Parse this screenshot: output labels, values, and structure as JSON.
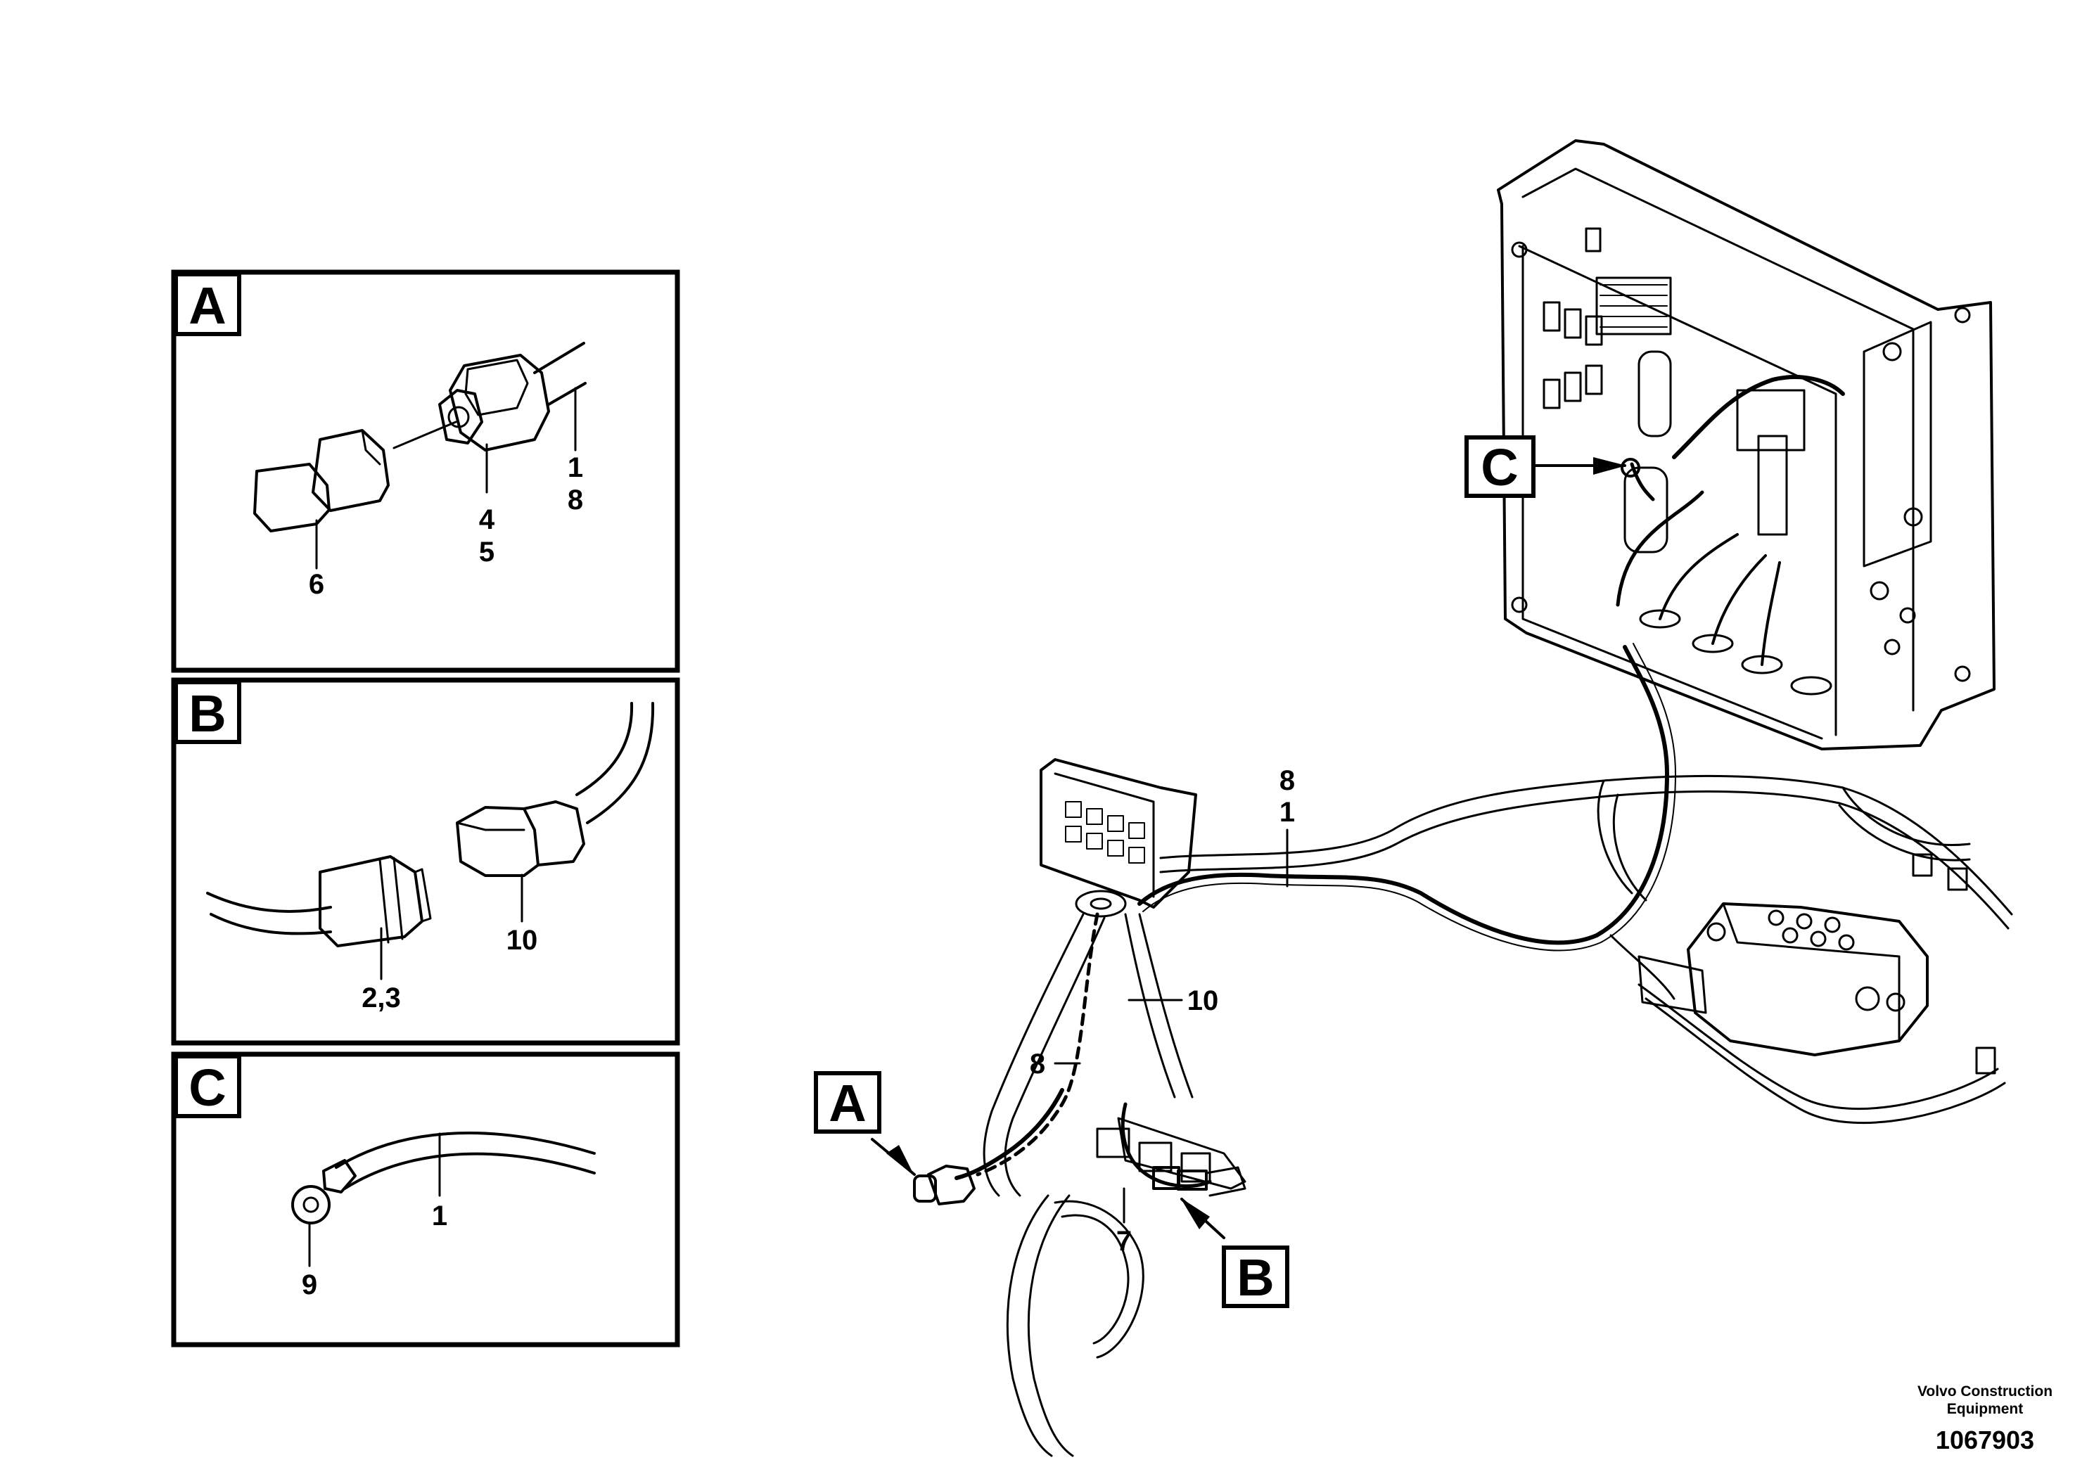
{
  "details": {
    "A": {
      "tag": "A",
      "callouts": [
        "1",
        "8",
        "4",
        "5",
        "6"
      ]
    },
    "B": {
      "tag": "B",
      "callouts": [
        "10",
        "2,3"
      ]
    },
    "C": {
      "tag": "C",
      "callouts": [
        "1",
        "9"
      ]
    }
  },
  "main_view": {
    "markers": [
      "A",
      "B",
      "C"
    ],
    "callouts": [
      "8",
      "1",
      "10",
      "8",
      "7"
    ]
  },
  "footer": {
    "company_line1": "Volvo Construction",
    "company_line2": "Equipment",
    "drawing_number": "1067903"
  }
}
